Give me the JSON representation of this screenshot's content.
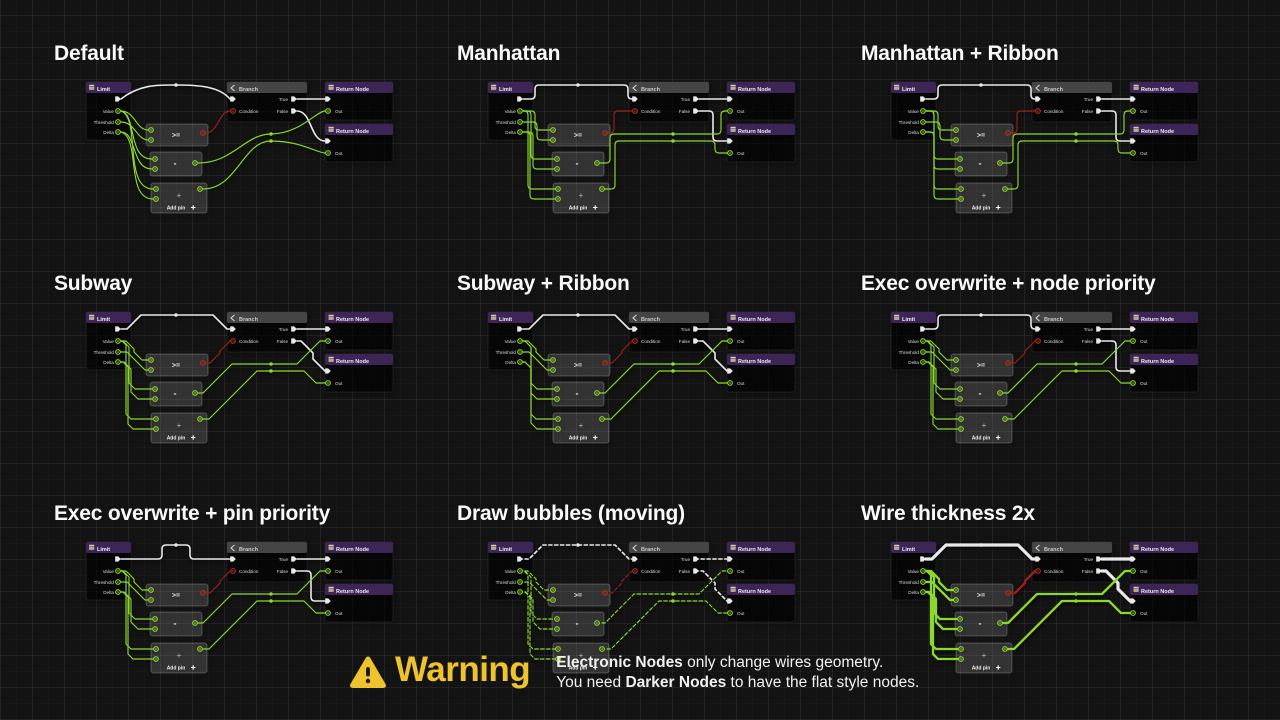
{
  "panels": [
    {
      "title": "Default",
      "style": "default"
    },
    {
      "title": "Manhattan",
      "style": "manhattan"
    },
    {
      "title": "Manhattan + Ribbon",
      "style": "manhattan_ribbon"
    },
    {
      "title": "Subway",
      "style": "subway"
    },
    {
      "title": "Subway + Ribbon",
      "style": "subway_ribbon"
    },
    {
      "title": "Exec overwrite + node priority",
      "style": "exec_node_priority"
    },
    {
      "title": "Exec overwrite + pin priority",
      "style": "exec_pin_priority"
    },
    {
      "title": "Draw bubbles (moving)",
      "style": "bubbles"
    },
    {
      "title": "Wire thickness 2x",
      "style": "thick"
    }
  ],
  "graph": {
    "limit": {
      "title": "Limit",
      "outputs": [
        "Value",
        "Threshold",
        "Delta"
      ]
    },
    "branch": {
      "title": "Branch",
      "condition": "Condition",
      "true_pin": "True",
      "false_pin": "False"
    },
    "return_nodes": [
      {
        "title": "Return Node",
        "out": "Out"
      },
      {
        "title": "Return Node",
        "out": "Out"
      }
    ],
    "operators": {
      "compare": ">=",
      "subtract": "-",
      "add": {
        "plus_icon": "+",
        "label": "Add pin"
      }
    }
  },
  "warning": {
    "title": "Warning",
    "line1": [
      {
        "text": "Electronic Nodes",
        "bold": true
      },
      {
        "text": " only change wires geometry.",
        "bold": false
      }
    ],
    "line2": [
      {
        "text": "You need ",
        "bold": false
      },
      {
        "text": "Darker Nodes",
        "bold": true
      },
      {
        "text": " to have the flat style nodes.",
        "bold": false
      }
    ]
  },
  "colors": {
    "background": "#131313",
    "wire_exec": "#e9e9e9",
    "wire_data": "#8dd82e",
    "wire_condition": "#9b2118",
    "pin_red": "#b3301f",
    "header_purple": "#3e2558",
    "header_gray": "#454545",
    "warning_yellow": "#eec32d",
    "title_white": "#fafafa"
  }
}
